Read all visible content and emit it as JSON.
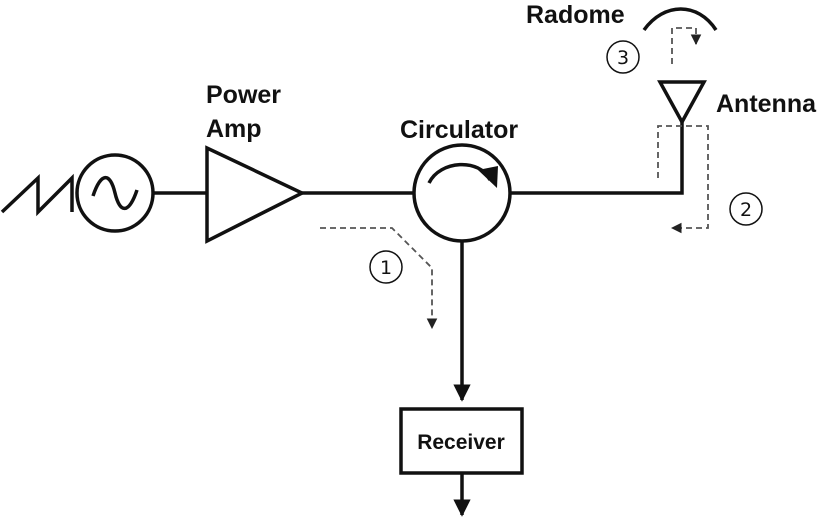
{
  "labels": {
    "power_amp_line1": "Power",
    "power_amp_line2": "Amp",
    "circulator": "Circulator",
    "radome": "Radome",
    "antenna": "Antenna",
    "receiver": "Receiver"
  },
  "paths": {
    "path1": "1",
    "path2": "2",
    "path3": "3"
  },
  "colors": {
    "line": "#111111",
    "dashed": "#555555",
    "background": "#ffffff"
  },
  "icons": {
    "signal_source": "sine-source-icon",
    "sawtooth": "sawtooth-waveform-icon",
    "amplifier": "amplifier-triangle-icon",
    "circulator": "circulator-icon",
    "antenna": "antenna-icon",
    "radome": "radome-arc-icon"
  }
}
